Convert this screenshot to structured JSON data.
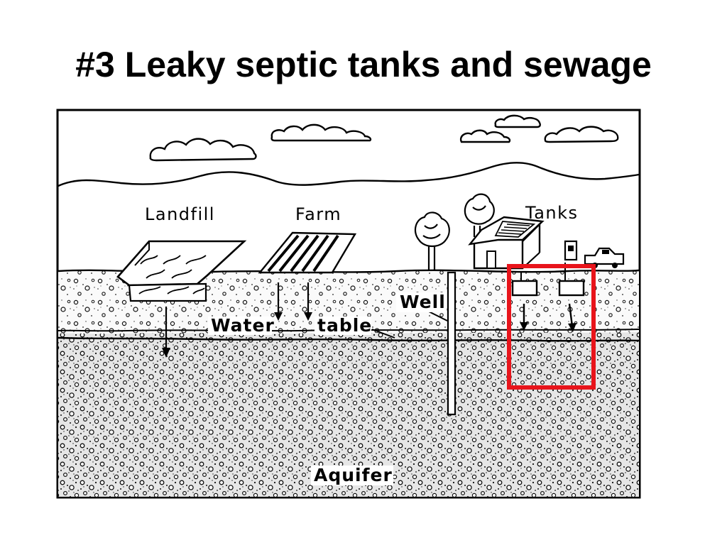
{
  "slide": {
    "title": "#3 Leaky septic tanks and sewage"
  },
  "diagram": {
    "labels": {
      "landfill": "Landfill",
      "farm": "Farm",
      "tanks": "Tanks",
      "well": "Well",
      "water": "Water",
      "table": "table",
      "aquifer": "Aquifer"
    },
    "highlight_color": "#e8141b"
  }
}
